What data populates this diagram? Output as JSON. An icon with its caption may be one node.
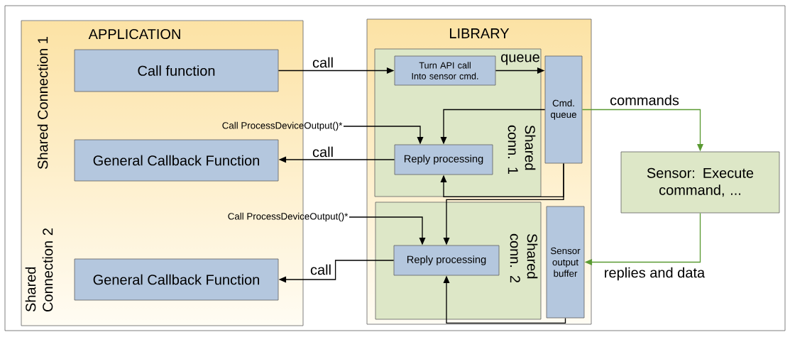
{
  "diagram": {
    "nodes": [
      {
        "text": [
          "APPLICATION",
          "Shared Connection 1",
          "Shared Connection 2"
        ]
      },
      {
        "text": [
          "Call function"
        ],
        "in": 0
      },
      {
        "text": [
          "General Callback Function"
        ],
        "in": 0
      },
      {
        "text": [
          "General Callback Function"
        ],
        "in": 0
      },
      {
        "text": [
          "Call ProcessDeviceOutput()*"
        ]
      },
      {
        "text": [
          "Call ProcessDeviceOutput()*"
        ]
      },
      {
        "text": [
          "LIBRARY"
        ]
      },
      {
        "text": [
          "Shared conn. 1"
        ],
        "in": 6
      },
      {
        "text": [
          "Turn API call Into sensor cmd."
        ],
        "in": 7
      },
      {
        "text": [
          "Reply processing"
        ],
        "in": 7
      },
      {
        "text": [
          "Cmd. queue"
        ],
        "in": 6
      },
      {
        "text": [
          "Shared conn. 2"
        ],
        "in": 6
      },
      {
        "text": [
          "Reply processing"
        ],
        "in": 11
      },
      {
        "text": [
          "Sensor output buffer"
        ],
        "in": 6
      },
      {
        "text": [
          "Sensor: Execute command, ..."
        ]
      }
    ],
    "edges": [
      {
        "from": 1,
        "to": 8,
        "arrow": "to",
        "label": "call"
      },
      {
        "from": 8,
        "to": 10,
        "arrow": "to",
        "label": "queue"
      },
      {
        "from": 4,
        "to": 9,
        "arrow": "to"
      },
      {
        "from": 10,
        "to": 9,
        "arrow": "to"
      },
      {
        "from": 9,
        "to": 2,
        "arrow": "to",
        "label": "call"
      },
      {
        "from": 10,
        "to": 14,
        "arrow": "to",
        "label": "commands",
        "color": "#5a9a32"
      },
      {
        "from": 14,
        "to": 13,
        "arrow": "to",
        "label": "replies and data",
        "color": "#5a9a32"
      },
      {
        "from": 10,
        "to": 9,
        "arrow": "to"
      },
      {
        "from": 10,
        "to": 12,
        "arrow": "to"
      },
      {
        "from": 5,
        "to": 12,
        "arrow": "to"
      },
      {
        "from": 13,
        "to": 12,
        "arrow": "to"
      },
      {
        "from": 12,
        "to": 3,
        "arrow": "to",
        "label": "call"
      }
    ]
  }
}
